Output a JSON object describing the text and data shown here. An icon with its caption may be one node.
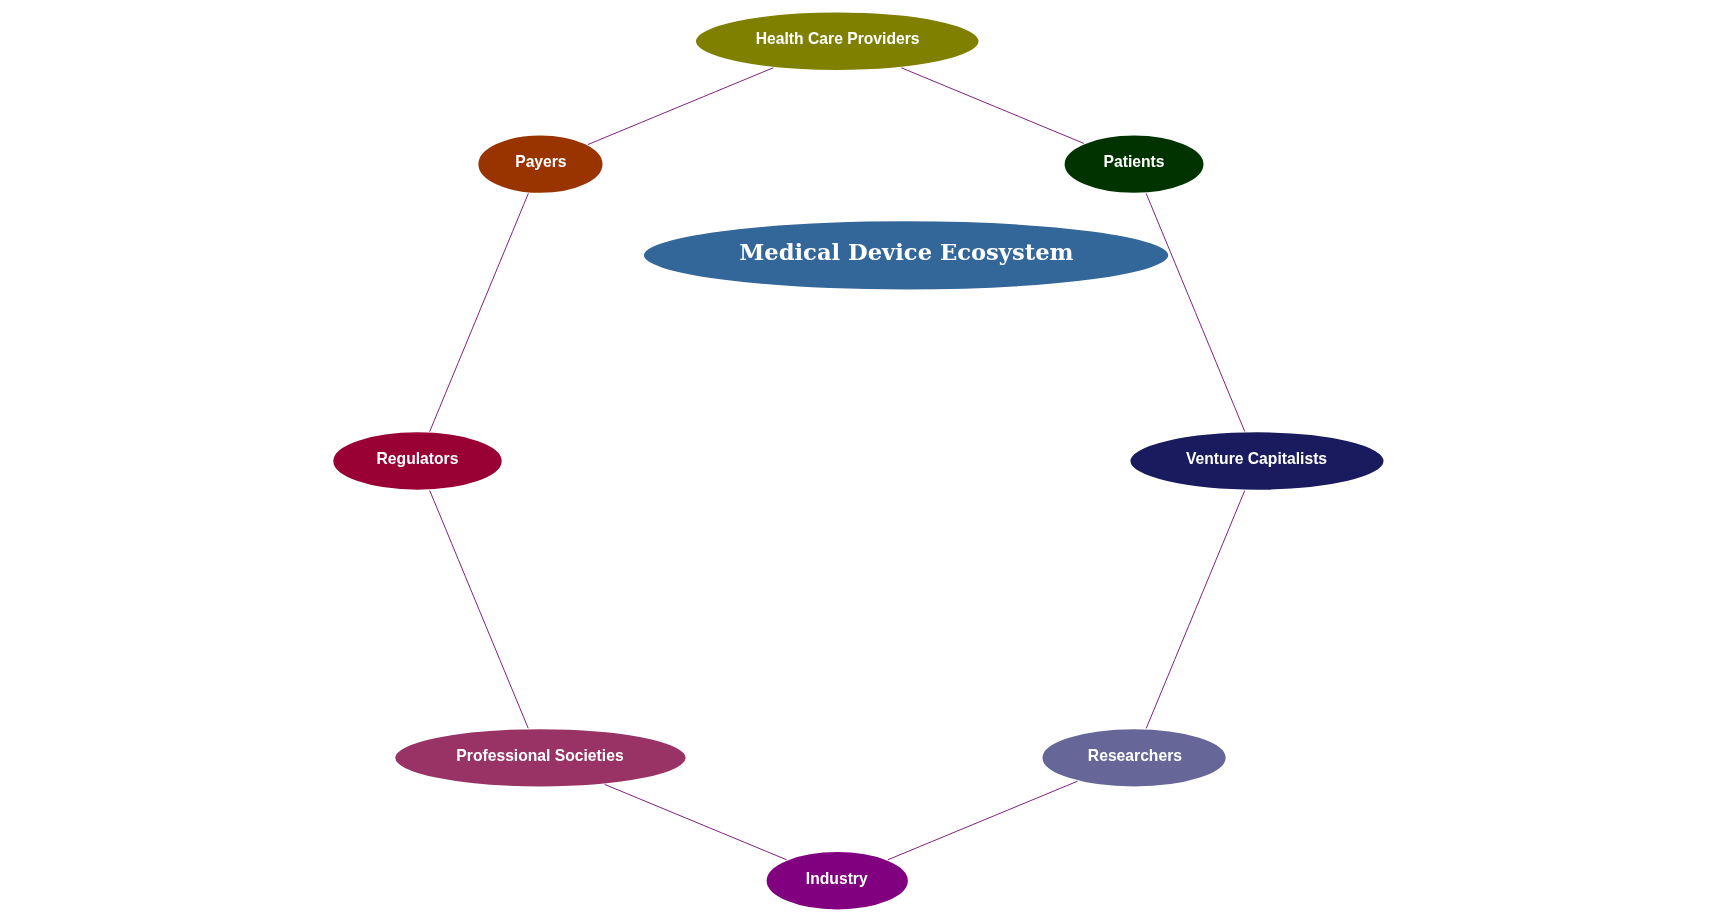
{
  "diagram": {
    "nodes": [
      {
        "text": [
          "Medical Device Ecosystem"
        ]
      },
      {
        "text": [
          "Researchers"
        ]
      },
      {
        "text": [
          "Industry"
        ]
      },
      {
        "text": [
          "Professional Societies"
        ]
      },
      {
        "text": [
          "Regulators"
        ]
      },
      {
        "text": [
          "Payers"
        ]
      },
      {
        "text": [
          "Health Care Providers"
        ]
      },
      {
        "text": [
          "Patients"
        ]
      },
      {
        "text": [
          "Venture Capitalists"
        ]
      }
    ],
    "edges": [
      {
        "from": 1,
        "to": 2,
        "arrow": "none"
      },
      {
        "from": 2,
        "to": 3,
        "arrow": "none"
      },
      {
        "from": 3,
        "to": 4,
        "arrow": "none"
      },
      {
        "from": 4,
        "to": 5,
        "arrow": "none"
      },
      {
        "from": 5,
        "to": 6,
        "arrow": "none"
      },
      {
        "from": 6,
        "to": 7,
        "arrow": "none"
      },
      {
        "from": 7,
        "to": 8,
        "arrow": "none"
      },
      {
        "from": 8,
        "to": 1,
        "arrow": "none"
      }
    ]
  }
}
